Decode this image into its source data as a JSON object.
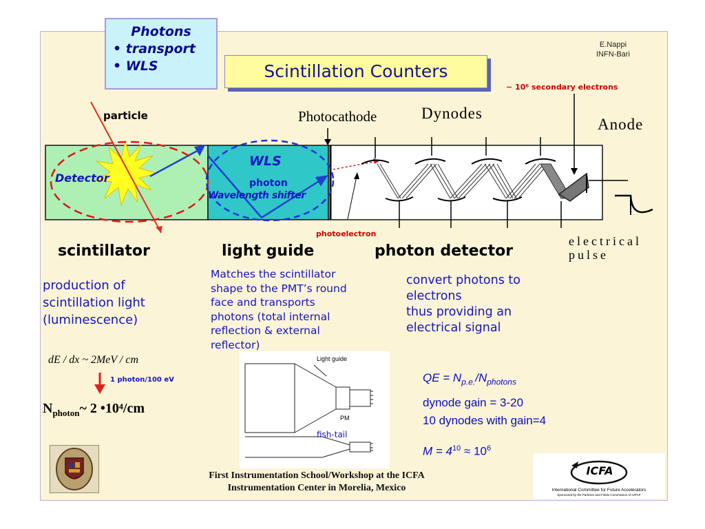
{
  "photons_box": {
    "title": "Photons",
    "items": [
      "• transport",
      "• WLS"
    ]
  },
  "title": "Scintillation Counters",
  "author": {
    "name": "E.Nappi",
    "affiliation": "INFN-Bari"
  },
  "diagram": {
    "secondary_electrons": "~ 10⁶ secondary electrons",
    "particle": "particle",
    "photocathode": "Photocathode",
    "dynodes": "Dynodes",
    "anode": "Anode",
    "detector": "Detector",
    "wls": "WLS",
    "photon": "photon",
    "wavelength_shifter": "Wavelength shifter",
    "photoelectron": "photoelectron",
    "electrical": "electrical",
    "pulse": "pulse"
  },
  "sections": {
    "scintillator": {
      "heading": "scintillator",
      "lines": [
        "production of",
        "scintillation light",
        "(luminescence)"
      ],
      "formula": "dE / dx ~ 2MeV / cm",
      "conversion": "1 photon/100 eV",
      "n_photon_prefix": "N",
      "n_photon_sub": "photon",
      "n_photon_value": "~ 2 •10⁴/cm"
    },
    "light_guide": {
      "heading": "light guide",
      "lines": [
        "Matches the scintillator",
        "shape to the PMT’s round",
        "face and  transports",
        "photons (total internal",
        "reflection & external",
        "reflector)"
      ],
      "figure_label_top": "Light guide",
      "figure_label_pm": "PM",
      "figure_label_fishtail": "fish-tail"
    },
    "photon_detector": {
      "heading": "photon detector",
      "lines": [
        "convert photons to",
        "electrons",
        "thus providing an",
        "electrical signal"
      ],
      "qe_left": "QE = N",
      "qe_sub1": "p.e.",
      "qe_mid": "/N",
      "qe_sub2": "photons",
      "gain": "dynode gain = 3-20",
      "dynodes": "10 dynodes with gain=4",
      "m_left": "M = 4",
      "m_exp1": "10",
      "m_mid": " ≈ 10",
      "m_exp2": "6"
    }
  },
  "footer": [
    "First Instrumentation School/Workshop at the ICFA",
    "Instrumentation Center in Morelia, Mexico"
  ],
  "icfa": {
    "logo": "ICFA",
    "line1": "International Committee for Future Accelerators",
    "line2": "Sponsored by the Particles and Fields Commission of IUPAP"
  },
  "colors": {
    "slide_bg": "#fbf4d6",
    "blue": "#1515c0",
    "red": "#cc0000",
    "title_bg": "#fffb9e"
  }
}
